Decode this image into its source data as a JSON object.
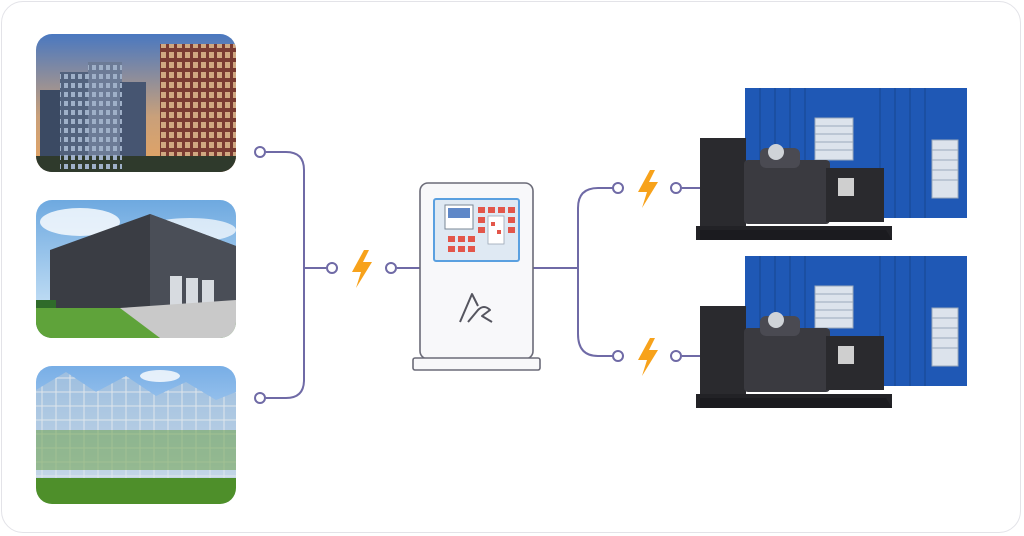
{
  "colors": {
    "line": "#6f6aa6",
    "bolt": "#f7a21b",
    "frame": "#e3e3e8",
    "cabinet_fill": "#f8f8fa",
    "cabinet_stroke": "#6b6b78",
    "panel_border": "#5aa0e0",
    "panel_bg": "#dfe9f3",
    "container_blue": "#1f58b5",
    "generator_dark": "#2a2a2e"
  },
  "consumers": [
    {
      "name": "residential-buildings",
      "sky": "#7fa6d6",
      "ground": "#3a4452"
    },
    {
      "name": "industrial-warehouse",
      "sky": "#8fc0ea",
      "ground": "#5fa33a"
    },
    {
      "name": "greenhouse",
      "sky": "#a9cdee",
      "ground": "#4e8f2a"
    }
  ],
  "generators": [
    {
      "name": "generator-set-top"
    },
    {
      "name": "generator-set-bottom"
    }
  ],
  "icons": {
    "bolt": "lightning-bolt-icon",
    "logo": "controller-logo-icon"
  }
}
